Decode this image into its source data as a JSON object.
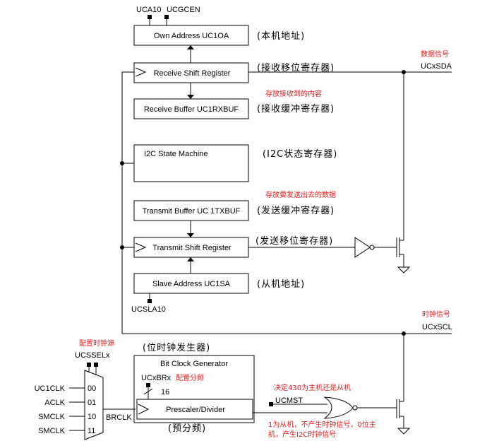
{
  "colors": {
    "line": "#000000",
    "note": "#e02020"
  },
  "labels": {
    "uca10": "UCA10",
    "ucgcen": "UCGCEN",
    "data_signal_cn": "数据信号",
    "ucxsda": "UCxSDA",
    "ucsla10": "UCSLA10",
    "clock_signal_cn": "时钟信号",
    "ucxscl": "UCxSCL",
    "config_clock_source_cn": "配置时钟源",
    "ucsselx": "UCSSELx",
    "brclk": "BRCLK",
    "ucxbrx": "UCxBRx",
    "config_divider_cn": "配置分频",
    "bus_width": "16",
    "ucmst": "UCMST"
  },
  "blocks": {
    "own_address": {
      "label": "Own Address UC1OA",
      "cn": "(本机地址)"
    },
    "receive_shift": {
      "label": "Receive Shift Register",
      "cn": "(接收移位寄存器)"
    },
    "receive_buffer": {
      "label": "Receive Buffer UC1RXBUF",
      "cn": "(接收缓冲寄存器)",
      "note": "存放接收到的内容"
    },
    "state_machine": {
      "label": "I2C State Machine",
      "cn": "(I2C状态寄存器)"
    },
    "transmit_buffer": {
      "label": "Transmit Buffer UC 1TXBUF",
      "cn": "(发送缓冲寄存器)",
      "note": "存放要发送出去的数据"
    },
    "transmit_shift": {
      "label": "Transmit Shift Register",
      "cn": "(发送移位寄存器)"
    },
    "slave_address": {
      "label": "Slave Address UC1SA",
      "cn": "(从机地址)"
    },
    "bit_clock": {
      "label": "Bit Clock Generator",
      "cn": "(位时钟发生器)"
    },
    "prescaler": {
      "label": "Prescaler/Divider",
      "cn": "(预分频)"
    }
  },
  "mux": {
    "inputs": [
      {
        "name": "UC1CLK",
        "code": "00"
      },
      {
        "name": "ACLK",
        "code": "01"
      },
      {
        "name": "SMCLK",
        "code": "10"
      },
      {
        "name": "SMCLK",
        "code": "11"
      }
    ]
  },
  "notes": {
    "ucmst_decide": "决定430为主机还是从机",
    "ucmst_line1": "1为从机，不产生时钟信号，0位主",
    "ucmst_line2": "机，产生I2C时钟信号"
  }
}
